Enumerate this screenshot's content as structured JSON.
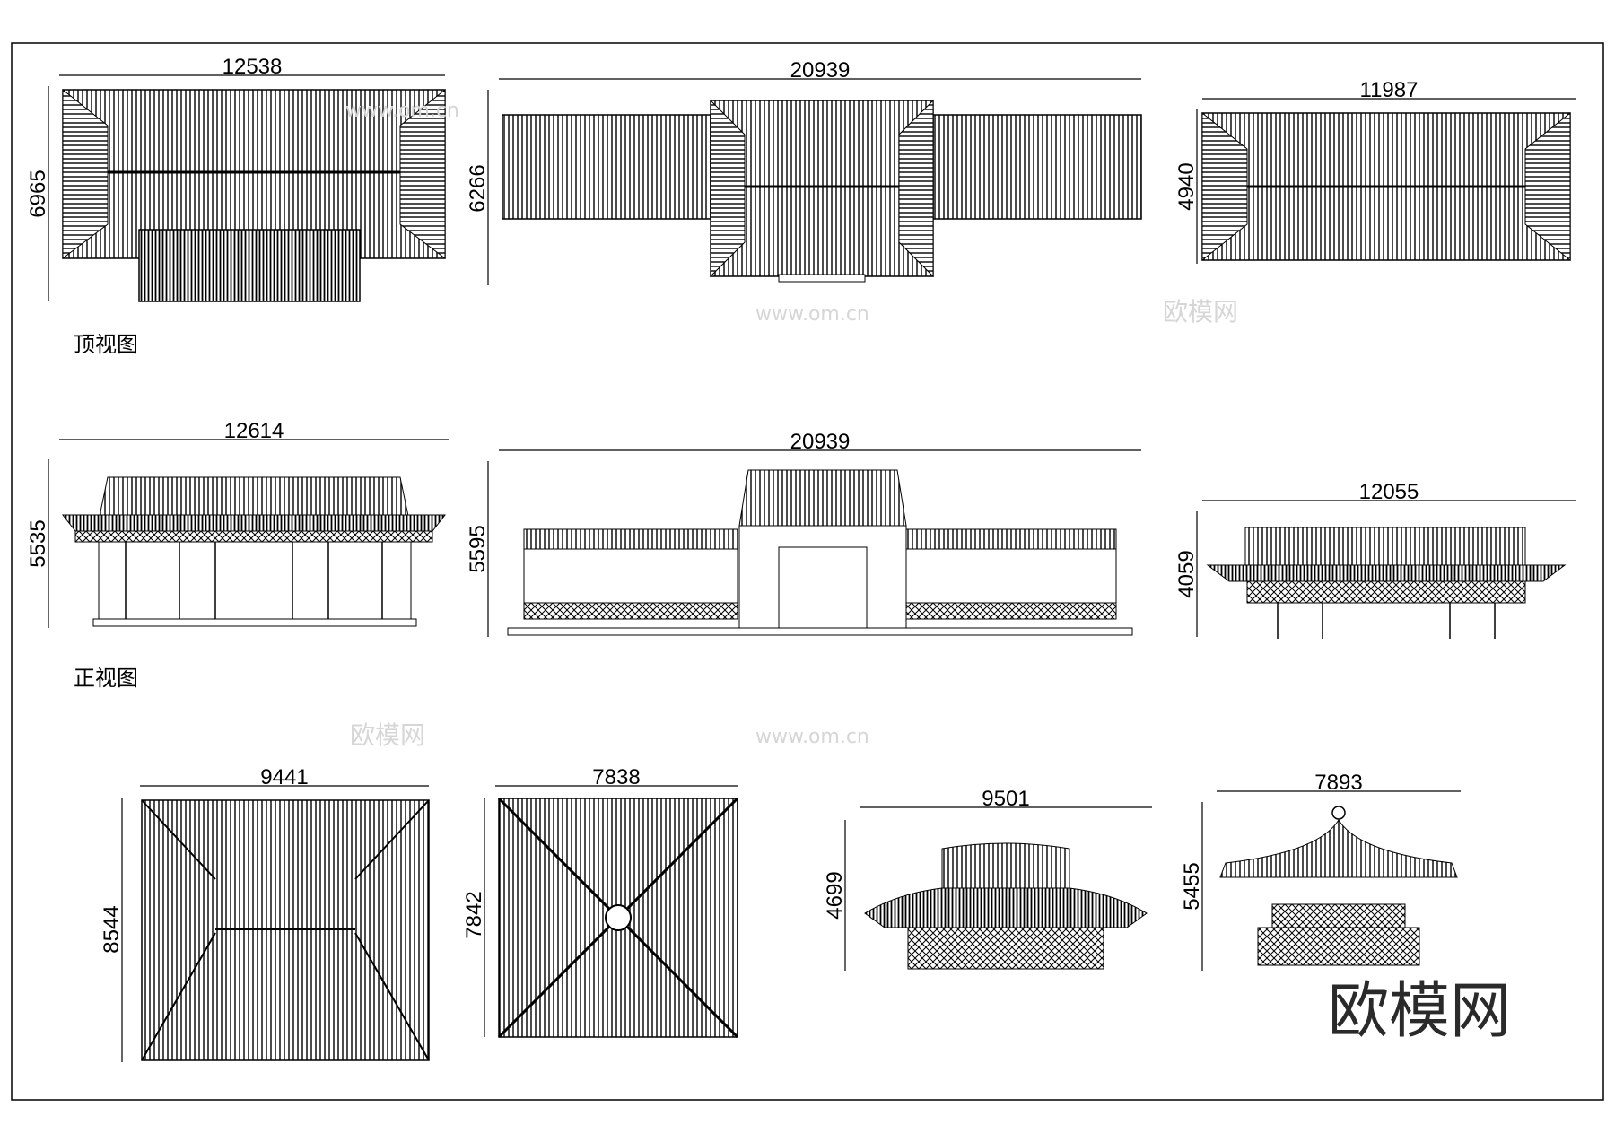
{
  "labels": {
    "top_view": "顶视图",
    "front_view": "正视图"
  },
  "dimensions": {
    "d1_w": "12538",
    "d1_h": "6965",
    "d2_w": "20939",
    "d2_h": "6266",
    "d3_w": "11987",
    "d3_h": "4940",
    "d4_w": "12614",
    "d4_h": "5535",
    "d5_w": "20939",
    "d5_h": "5595",
    "d6_w": "12055",
    "d6_h": "4059",
    "d7_w": "9441",
    "d7_h": "8544",
    "d8_w": "7838",
    "d8_h": "7842",
    "d9_w": "9501",
    "d9_h": "4699",
    "d10_w": "7893",
    "d10_h": "5455"
  },
  "watermark": {
    "brand": "欧模网",
    "site": "www.om.cn"
  },
  "colors": {
    "line": "#000000",
    "watermark_light": "#d6d6d6",
    "watermark_dark": "#2a2a2a",
    "background": "#ffffff"
  }
}
